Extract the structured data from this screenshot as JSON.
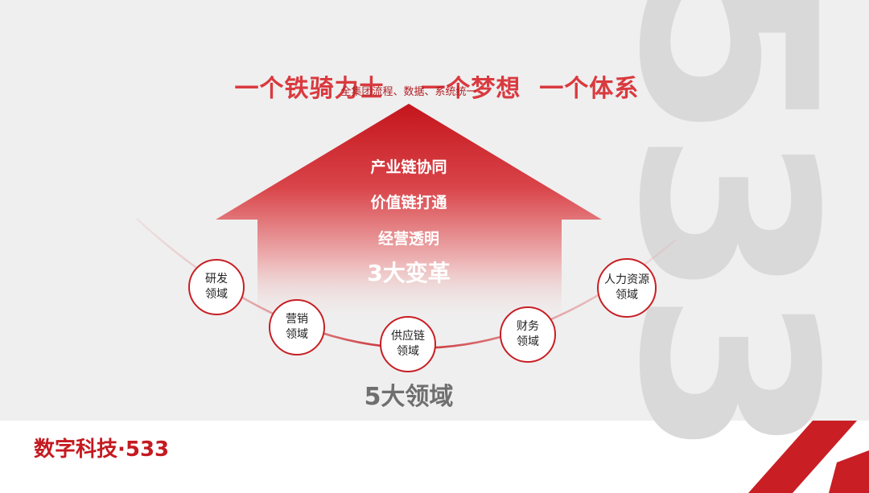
{
  "title": {
    "part1": "一个铁骑力士",
    "part2": "一个梦想",
    "part3": "一个体系"
  },
  "subtitle": "全集团流程、数据、系统统一",
  "watermark_number": "533",
  "reforms": {
    "items": [
      "产业链协同",
      "价值链打通",
      "经营透明"
    ],
    "summary": "3大变革"
  },
  "domains": {
    "items": [
      {
        "line1": "研发",
        "line2": "领域"
      },
      {
        "line1": "营销",
        "line2": "领域"
      },
      {
        "line1": "供应链",
        "line2": "领域"
      },
      {
        "line1": "财务",
        "line2": "领域"
      },
      {
        "line1": "人力资源",
        "line2": "领域"
      }
    ],
    "summary": "5大领域"
  },
  "footer": {
    "brand": "数字科技·533"
  },
  "colors": {
    "brand_red": "#c81e24",
    "background": "#efefef",
    "watermark": "#d9d9da"
  }
}
